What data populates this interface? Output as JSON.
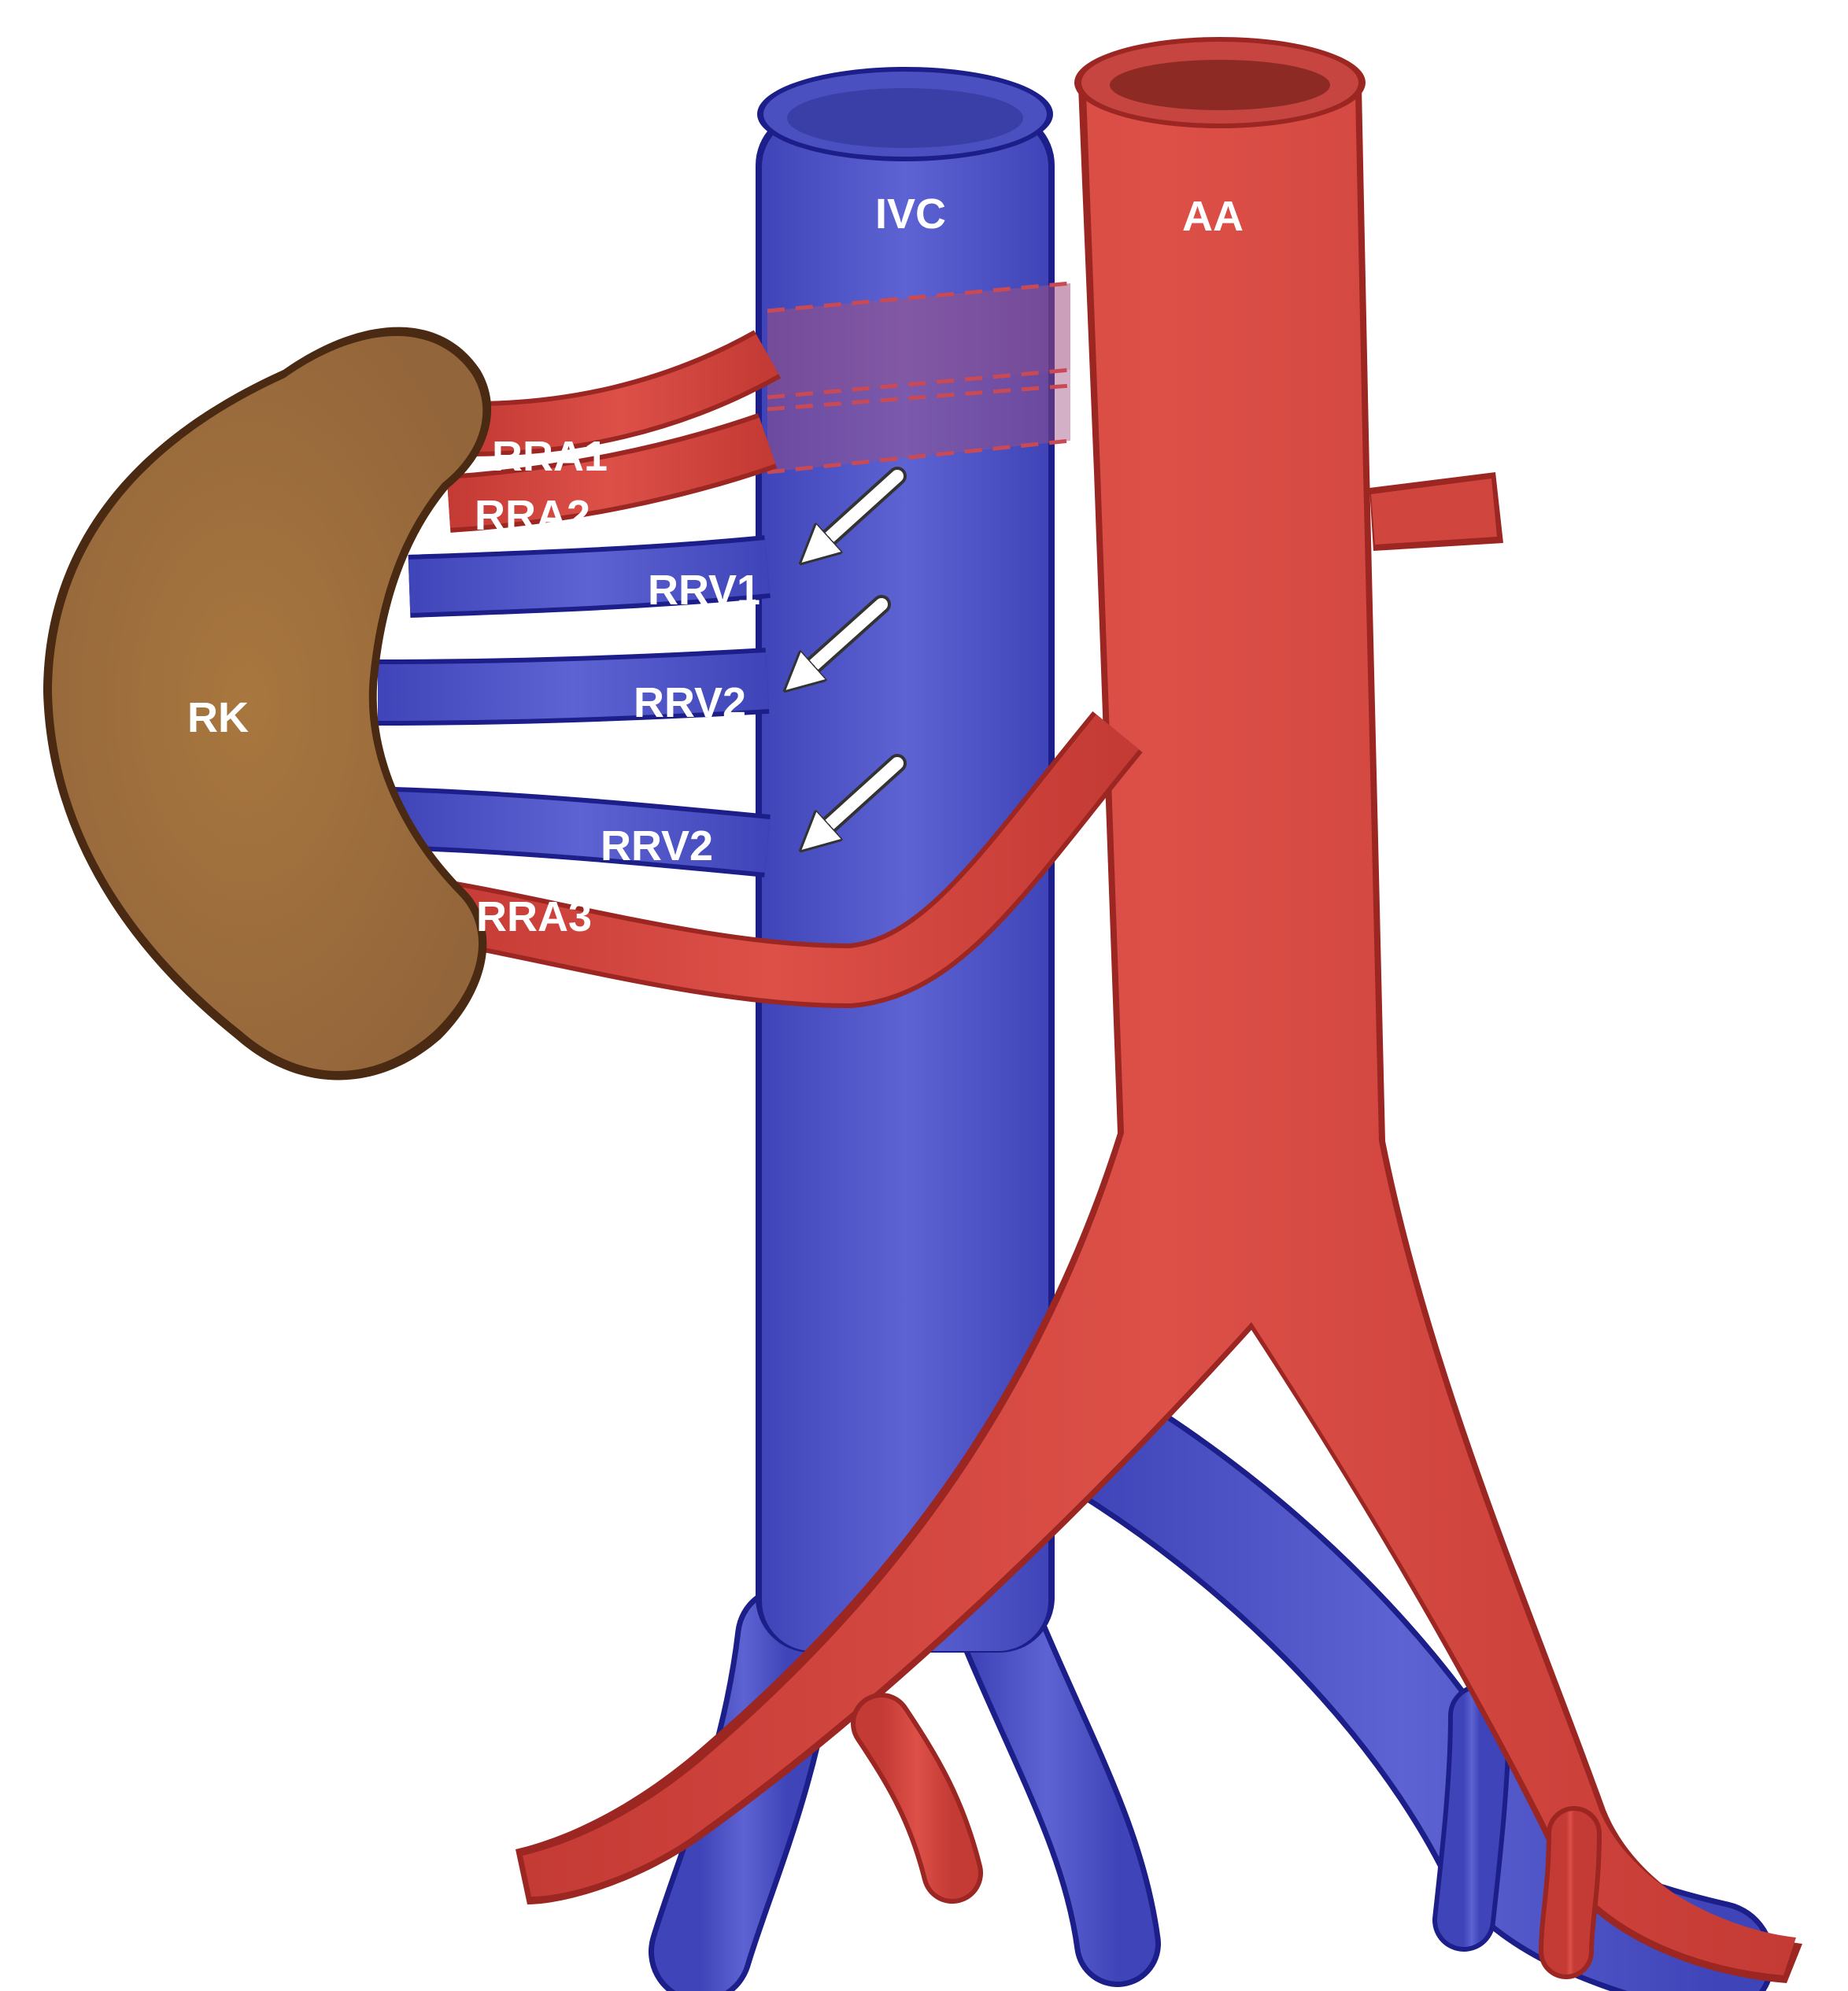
{
  "labels": {
    "ivc": "IVC",
    "aa": "AA",
    "rk": "RK",
    "rra1": "RRA1",
    "rra2": "RRA2",
    "rra3": "RRA3",
    "rrv1": "RRV1",
    "rrv2_upper": "RRV2",
    "rrv2_lower": "RRV2"
  },
  "colors": {
    "vein": "#4f55c4",
    "vein_outline": "#1c1f8a",
    "artery": "#d0453e",
    "artery_outline": "#9b2622",
    "kidney": "#a0703e",
    "kidney_outline": "#4a2a12",
    "label_text": "#ffffff",
    "arrow": "#ffffff"
  }
}
